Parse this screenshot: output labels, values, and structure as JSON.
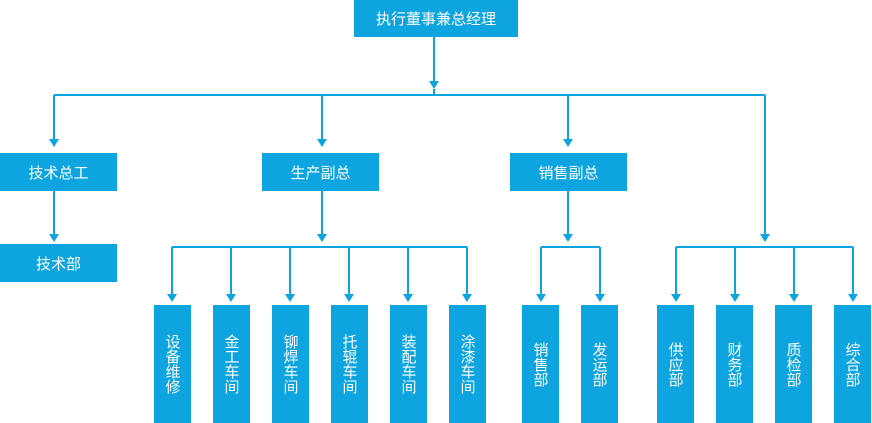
{
  "colors": {
    "box": "#0ea4df",
    "line": "#0ea4df",
    "text": "#ffffff"
  },
  "top": {
    "label": "执行董事兼总经理"
  },
  "tech": {
    "head": "技术总工",
    "units": [
      "技术部"
    ]
  },
  "production": {
    "head": "生产副总",
    "units": [
      "设备维修",
      "金工车间",
      "铆焊车间",
      "托辊车间",
      "装配车间",
      "涂漆车间"
    ]
  },
  "sales": {
    "head": "销售副总",
    "units": [
      "销售部",
      "发运部"
    ]
  },
  "direct": {
    "units": [
      "供应部",
      "财务部",
      "质检部",
      "综合部"
    ]
  }
}
